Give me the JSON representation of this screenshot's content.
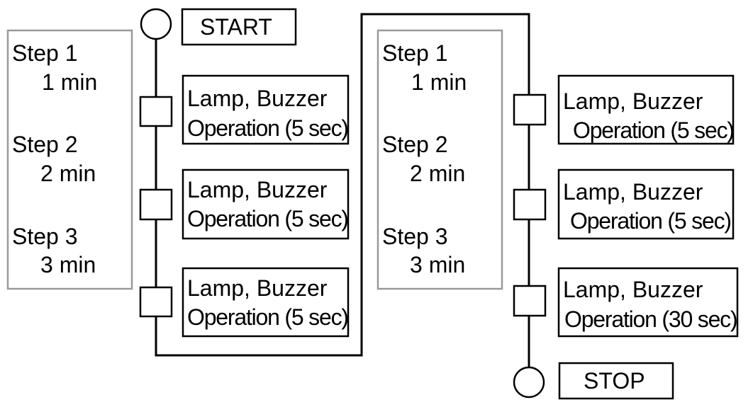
{
  "terminals": {
    "start": "START",
    "stop": "STOP"
  },
  "steps_left": [
    {
      "step": "Step 1",
      "time": "1 min"
    },
    {
      "step": "Step 2",
      "time": "2 min"
    },
    {
      "step": "Step 3",
      "time": "3 min"
    }
  ],
  "steps_right": [
    {
      "step": "Step 1",
      "time": "1 min"
    },
    {
      "step": "Step 2",
      "time": "2 min"
    },
    {
      "step": "Step 3",
      "time": "3 min"
    }
  ],
  "actions_left": [
    {
      "line1": "Lamp, Buzzer",
      "line2": "Operation (5 sec)"
    },
    {
      "line1": "Lamp, Buzzer",
      "line2": "Operation (5 sec)"
    },
    {
      "line1": "Lamp, Buzzer",
      "line2": "Operation (5 sec)"
    }
  ],
  "actions_right": [
    {
      "line1": "Lamp, Buzzer",
      "line2": "Operation (5 sec)"
    },
    {
      "line1": "Lamp, Buzzer",
      "line2": "Operation (5 sec)"
    },
    {
      "line1": "Lamp, Buzzer",
      "line2": "Operation (30 sec)"
    }
  ],
  "colors": {
    "line": "#000000",
    "step_border": "#999999",
    "background": "#ffffff"
  }
}
